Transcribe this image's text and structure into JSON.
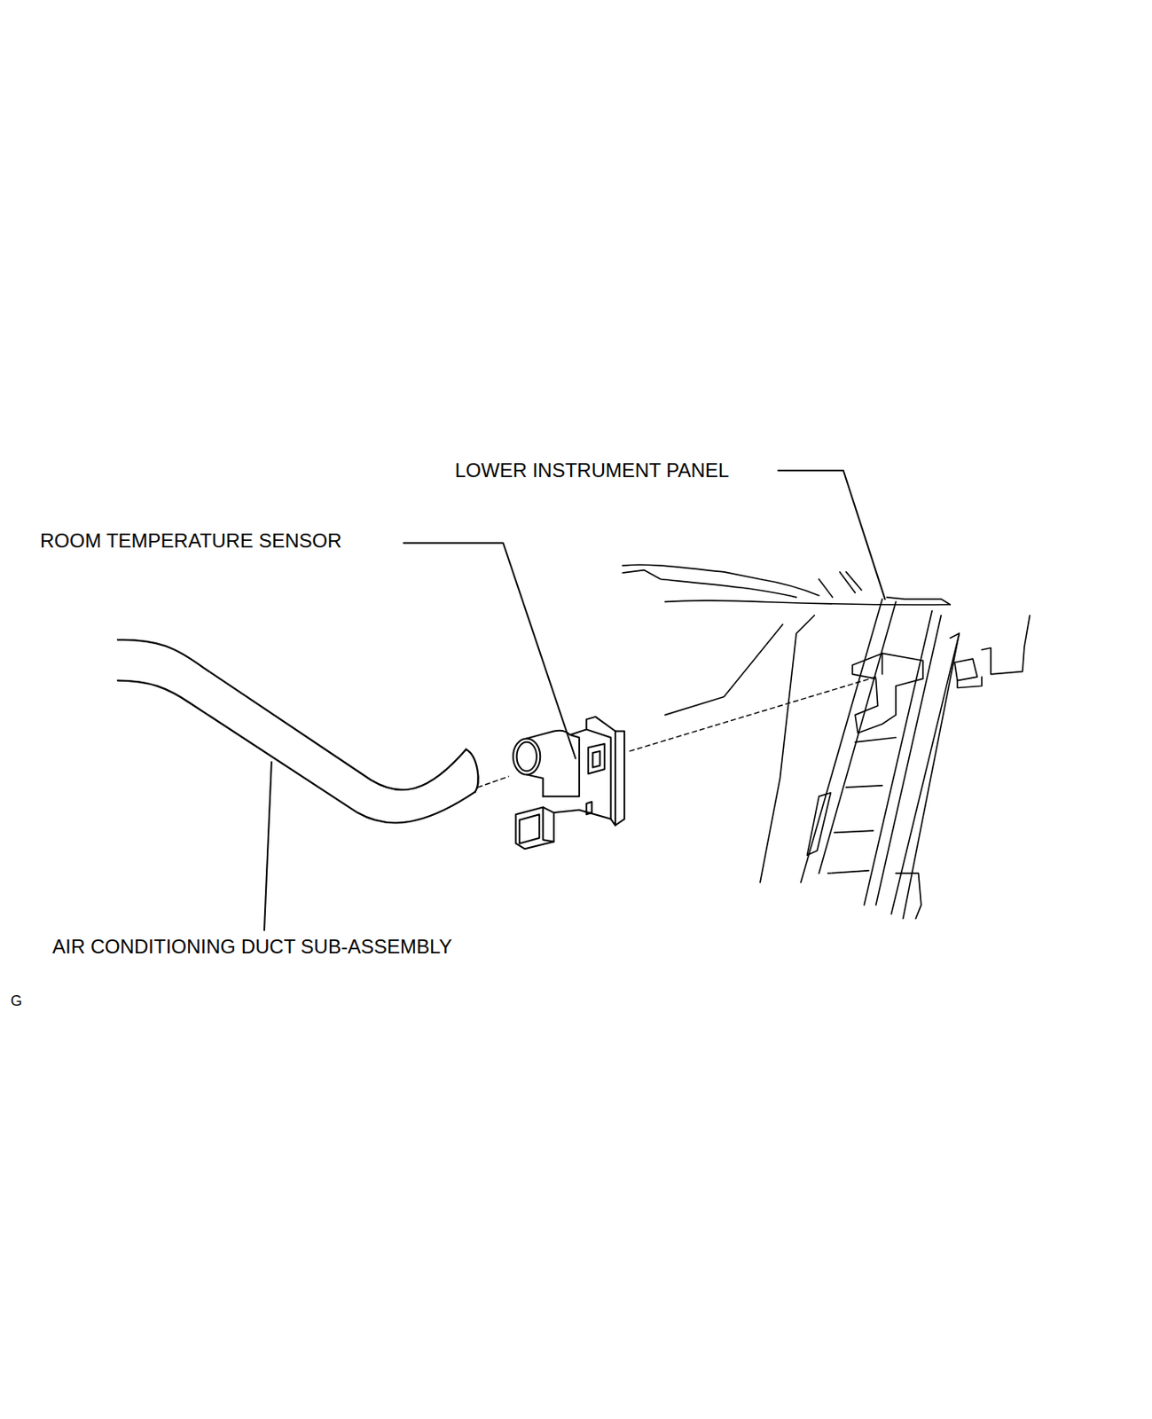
{
  "diagram": {
    "labels": [
      "LOWER INSTRUMENT PANEL",
      "ROOM TEMPERATURE SENSOR",
      "AIR CONDITIONING DUCT SUB-ASSEMBLY",
      "G"
    ]
  }
}
